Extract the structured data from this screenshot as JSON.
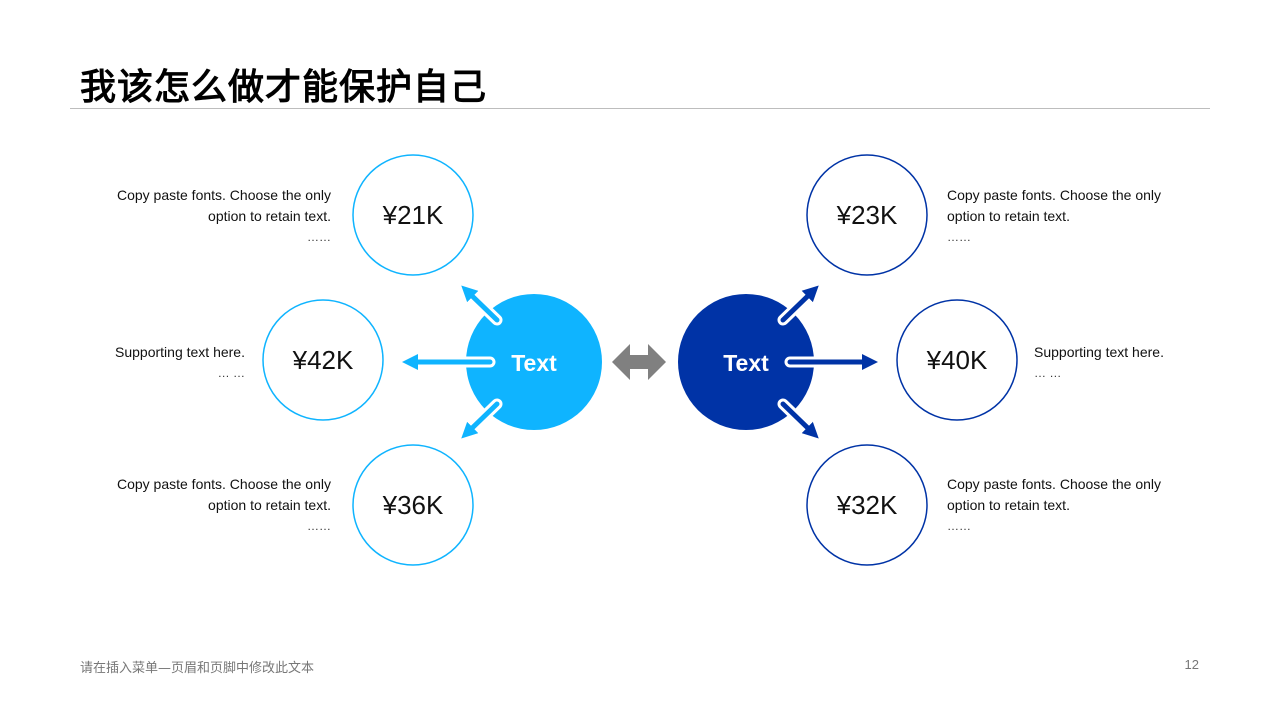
{
  "title": "我该怎么做才能保护自己",
  "colors": {
    "light_blue": "#0fb4ff",
    "dark_blue": "#0033a6",
    "gray_arrow": "#808080"
  },
  "left_hub": {
    "label": "Text"
  },
  "right_hub": {
    "label": "Text"
  },
  "nodes": {
    "top_left": {
      "value": "¥21K",
      "text1": "Copy paste fonts. Choose the only",
      "text2": "option to retain text.",
      "dots": "……"
    },
    "mid_left": {
      "value": "¥42K",
      "text1": "Supporting text here.",
      "dots": "… …"
    },
    "bottom_left": {
      "value": "¥36K",
      "text1": "Copy paste fonts. Choose the only",
      "text2": "option to retain text.",
      "dots": "……"
    },
    "top_right": {
      "value": "¥23K",
      "text1": "Copy paste fonts. Choose the only",
      "text2": "option to retain text.",
      "dots": "……"
    },
    "mid_right": {
      "value": "¥40K",
      "text1": "Supporting text here.",
      "dots": "… …"
    },
    "bottom_right": {
      "value": "¥32K",
      "text1": "Copy paste fonts. Choose the only",
      "text2": "option to retain text.",
      "dots": "……"
    }
  },
  "footer": {
    "text": "请在插入菜单—页眉和页脚中修改此文本",
    "page_number": "12"
  }
}
